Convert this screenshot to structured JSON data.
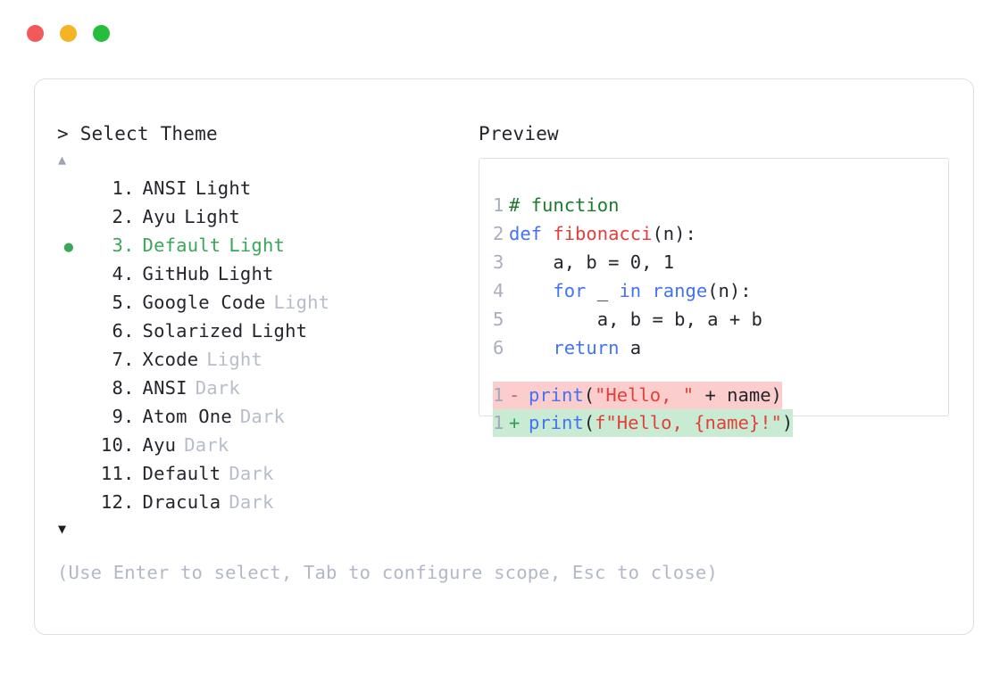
{
  "window": {
    "traffic_lights": [
      {
        "name": "close-button",
        "color": "#f1595a"
      },
      {
        "name": "minimize-button",
        "color": "#f5b425"
      },
      {
        "name": "maximize-button",
        "color": "#24bd3c"
      }
    ]
  },
  "prompt": {
    "marker": ">",
    "title": "Select Theme",
    "scroll_up": "▲",
    "scroll_down": "▼"
  },
  "preview": {
    "title": "Preview"
  },
  "themes": {
    "selected_index": 3,
    "selected_bullet": "●",
    "items": [
      {
        "num": "1",
        "sep": ".",
        "name": "ANSI",
        "variant": "Light",
        "variant_muted": false,
        "selected": false
      },
      {
        "num": "2",
        "sep": ".",
        "name": "Ayu",
        "variant": "Light",
        "variant_muted": false,
        "selected": false
      },
      {
        "num": "3",
        "sep": ".",
        "name": "Default",
        "variant": "Light",
        "variant_muted": false,
        "selected": true
      },
      {
        "num": "4",
        "sep": ".",
        "name": "GitHub",
        "variant": "Light",
        "variant_muted": false,
        "selected": false
      },
      {
        "num": "5",
        "sep": ".",
        "name": "Google Code",
        "variant": "Light",
        "variant_muted": true,
        "selected": false
      },
      {
        "num": "6",
        "sep": ".",
        "name": "Solarized",
        "variant": "Light",
        "variant_muted": false,
        "selected": false
      },
      {
        "num": "7",
        "sep": ".",
        "name": "Xcode",
        "variant": "Light",
        "variant_muted": true,
        "selected": false
      },
      {
        "num": "8",
        "sep": ".",
        "name": "ANSI",
        "variant": "Dark",
        "variant_muted": true,
        "selected": false
      },
      {
        "num": "9",
        "sep": ".",
        "name": "Atom One",
        "variant": "Dark",
        "variant_muted": true,
        "selected": false
      },
      {
        "num": "10",
        "sep": ".",
        "name": "Ayu",
        "variant": "Dark",
        "variant_muted": true,
        "selected": false
      },
      {
        "num": "11",
        "sep": ".",
        "name": "Default",
        "variant": "Dark",
        "variant_muted": true,
        "selected": false
      },
      {
        "num": "12",
        "sep": ".",
        "name": "Dracula",
        "variant": "Dark",
        "variant_muted": true,
        "selected": false
      }
    ]
  },
  "code": {
    "lines": [
      {
        "ln": "1",
        "tokens": [
          {
            "t": "# function",
            "c": "t-comment"
          }
        ]
      },
      {
        "ln": "2",
        "tokens": [
          {
            "t": "def ",
            "c": "t-kw"
          },
          {
            "t": "fibonacci",
            "c": "t-fn"
          },
          {
            "t": "(n):",
            "c": "t-plain"
          }
        ]
      },
      {
        "ln": "3",
        "tokens": [
          {
            "t": "    a, b = 0, 1",
            "c": "t-plain"
          }
        ]
      },
      {
        "ln": "4",
        "tokens": [
          {
            "t": "    ",
            "c": "t-plain"
          },
          {
            "t": "for",
            "c": "t-kw"
          },
          {
            "t": " _ ",
            "c": "t-plain"
          },
          {
            "t": "in",
            "c": "t-kw"
          },
          {
            "t": " ",
            "c": "t-plain"
          },
          {
            "t": "range",
            "c": "t-kw"
          },
          {
            "t": "(n):",
            "c": "t-plain"
          }
        ]
      },
      {
        "ln": "5",
        "tokens": [
          {
            "t": "        a, b = b, a + b",
            "c": "t-plain"
          }
        ]
      },
      {
        "ln": "6",
        "tokens": [
          {
            "t": "    ",
            "c": "t-plain"
          },
          {
            "t": "return",
            "c": "t-kw"
          },
          {
            "t": " a",
            "c": "t-plain"
          }
        ]
      }
    ],
    "diff": [
      {
        "kind": "del",
        "ln": "1",
        "mark": "-",
        "tokens": [
          {
            "t": "print",
            "c": "t-kw"
          },
          {
            "t": "(",
            "c": "t-plain"
          },
          {
            "t": "\"Hello, \"",
            "c": "t-str"
          },
          {
            "t": " + name)",
            "c": "t-plain"
          }
        ]
      },
      {
        "kind": "add",
        "ln": "1",
        "mark": "+",
        "tokens": [
          {
            "t": "print",
            "c": "t-kw"
          },
          {
            "t": "(",
            "c": "t-plain"
          },
          {
            "t": "f\"Hello, {name}!\"",
            "c": "t-str"
          },
          {
            "t": ")",
            "c": "t-plain"
          }
        ]
      }
    ]
  },
  "footer": {
    "hint": "(Use Enter to select, Tab to configure scope, Esc to close)"
  }
}
